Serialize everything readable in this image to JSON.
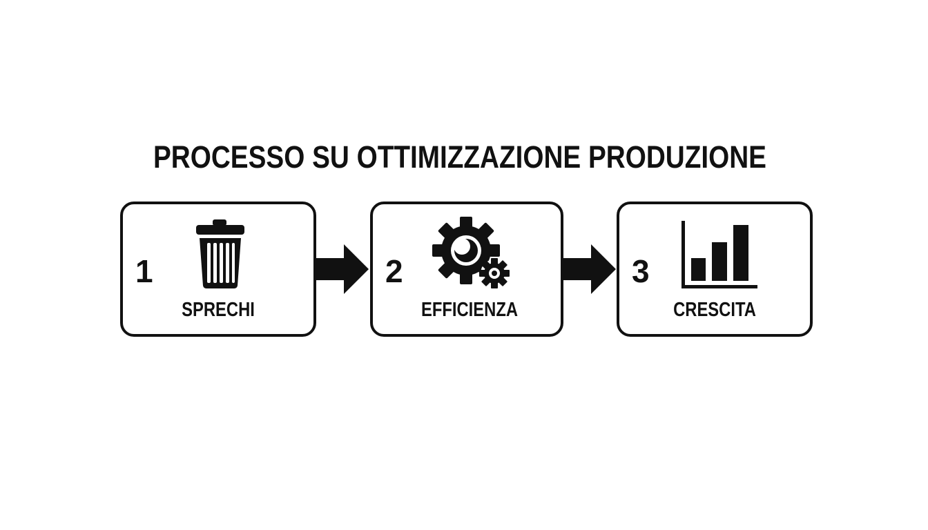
{
  "title": "PROCESSO SU OTTIMIZZAZIONE PRODUZIONE",
  "steps": [
    {
      "number": "1",
      "label": "SPRECHI",
      "icon": "trash-can-icon"
    },
    {
      "number": "2",
      "label": "EFFICIENZA",
      "icon": "gears-icon"
    },
    {
      "number": "3",
      "label": "CRESCITA",
      "icon": "bar-chart-icon"
    }
  ],
  "connectors": [
    "arrow-right-icon",
    "arrow-right-icon"
  ],
  "colors": {
    "ink": "#111111",
    "background": "#ffffff"
  }
}
